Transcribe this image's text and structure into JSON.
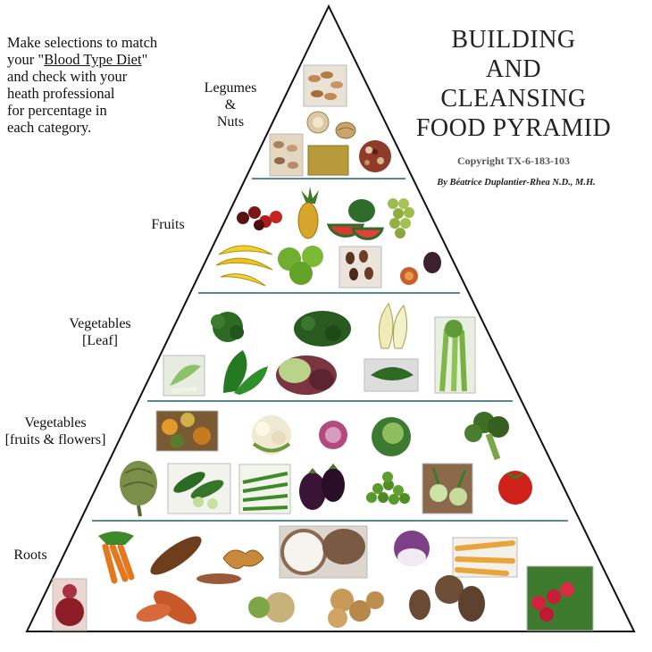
{
  "note": {
    "line1": "Make selections to match",
    "line2_pre": "your \"",
    "line2_link": "Blood Type Diet",
    "line2_post": "\"",
    "line3": "and check with your",
    "line4": "heath professional",
    "line5": "for percentage in",
    "line6": "each category."
  },
  "title": {
    "line1": "BUILDING",
    "line2": "AND",
    "line3": "CLEANSING",
    "line4": "FOOD PYRAMID"
  },
  "copyright": "Copyright TX-6-183-103",
  "author": "By Béatrice Duplantier-Rhea N.D., M.H.",
  "tiers": {
    "legumes": {
      "line1": "Legumes",
      "line2": "&",
      "line3": "Nuts"
    },
    "fruits": {
      "line1": "Fruits"
    },
    "leaf": {
      "line1": "Vegetables",
      "line2": "[Leaf]"
    },
    "fruitflower": {
      "line1": "Vegetables",
      "line2": "[fruits & flowers]"
    },
    "roots": {
      "line1": "Roots"
    }
  },
  "colors": {
    "outline": "#111111",
    "divider": "#5a8a8a"
  }
}
